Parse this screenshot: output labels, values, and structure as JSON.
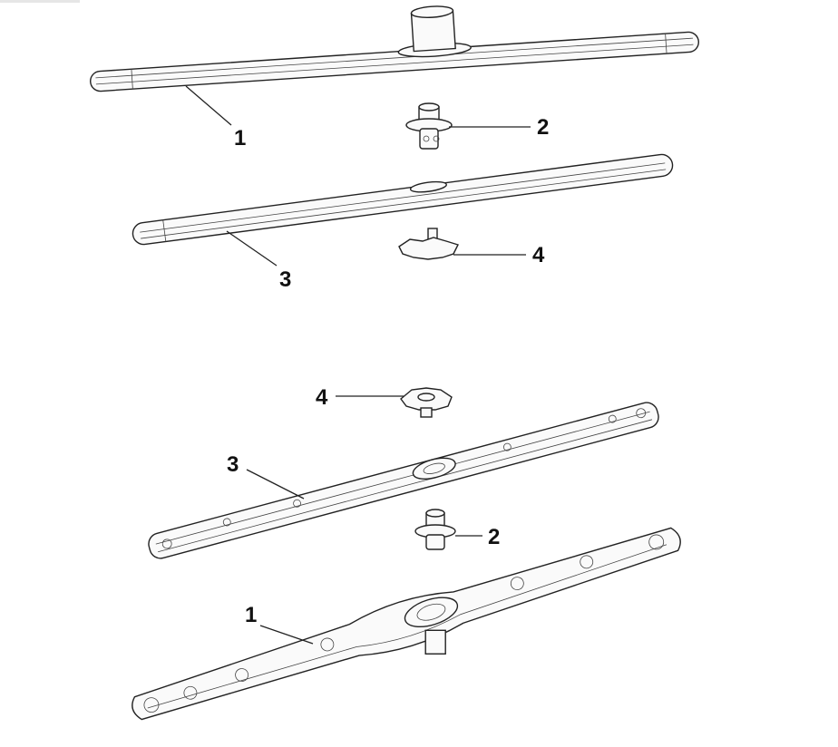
{
  "upper_assembly": {
    "callouts": [
      {
        "id": "upper-arm",
        "label": "1"
      },
      {
        "id": "upper-hub",
        "label": "2"
      },
      {
        "id": "upper-spray-arm",
        "label": "3"
      },
      {
        "id": "upper-nut",
        "label": "4"
      }
    ]
  },
  "lower_assembly": {
    "callouts": [
      {
        "id": "lower-nut",
        "label": "4"
      },
      {
        "id": "lower-spray-arm",
        "label": "3"
      },
      {
        "id": "lower-hub",
        "label": "2"
      },
      {
        "id": "lower-arm",
        "label": "1"
      }
    ]
  }
}
